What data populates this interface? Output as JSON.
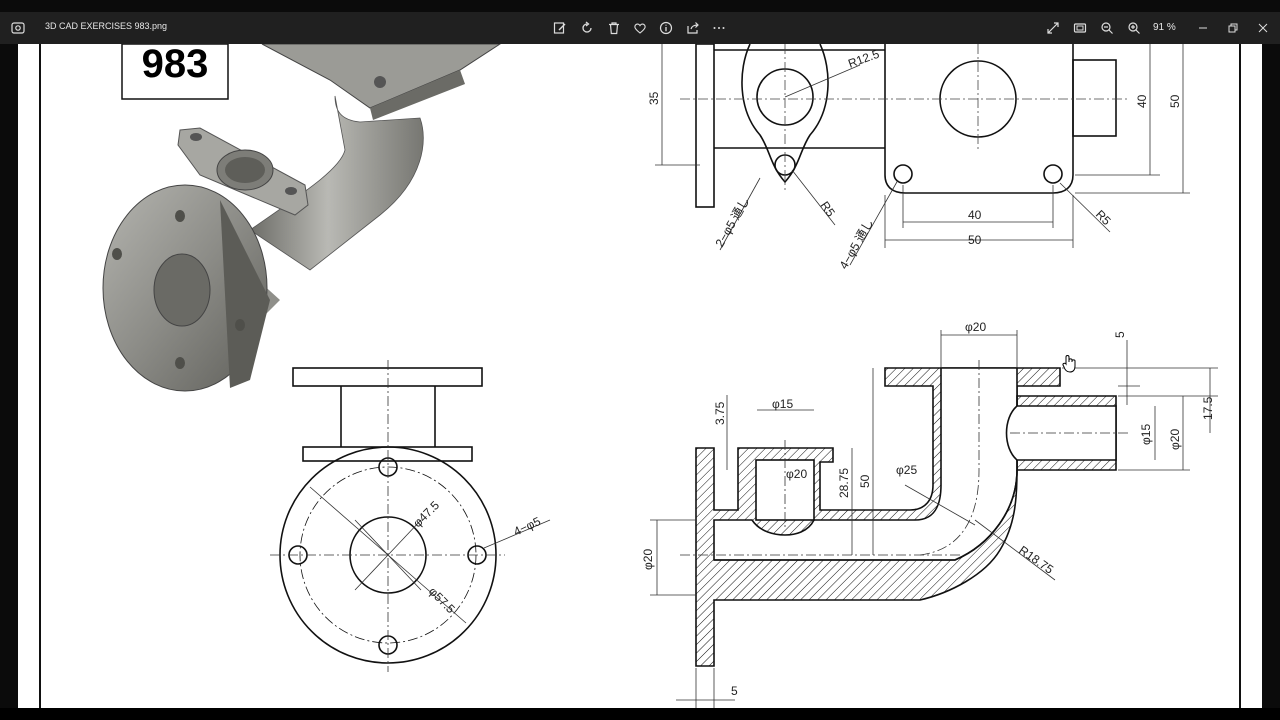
{
  "window": {
    "title": "3D CAD EXERCISES 983.png",
    "zoom": "91 %",
    "toolbar_icons": [
      "edit-icon",
      "rotate-icon",
      "delete-icon",
      "favorite-icon",
      "info-icon",
      "share-icon",
      "more-icon"
    ],
    "right_icons": [
      "fullscreen-icon",
      "fit-icon",
      "zoom-out-icon",
      "zoom-in-icon"
    ],
    "controls": [
      "minimize-icon",
      "restore-icon",
      "close-icon"
    ]
  },
  "drawing": {
    "exercise_number": "983",
    "dims": {
      "r125": "R12.5",
      "h35": "35",
      "v40": "40",
      "v50": "50",
      "r5a": "R5",
      "r5b": "R5",
      "holes2": "2−φ5 通し",
      "holes4": "4−φ5 通し",
      "w40": "40",
      "w50": "50",
      "d20top": "φ20",
      "t5": "5",
      "h175": "17.5",
      "d15": "φ15",
      "d20r": "φ20",
      "d15b": "φ15",
      "t375": "3.75",
      "d20in": "φ20",
      "h2875": "28.75",
      "h50": "50",
      "d25": "φ25",
      "r1875": "R18.75",
      "d20l": "φ20",
      "b5": "5",
      "d475": "φ47.5",
      "d575": "φ57.5",
      "holes4b": "4−φ5"
    }
  },
  "colors": {
    "titlebar": "#202020",
    "paper": "#ffffff",
    "line": "#111111"
  }
}
